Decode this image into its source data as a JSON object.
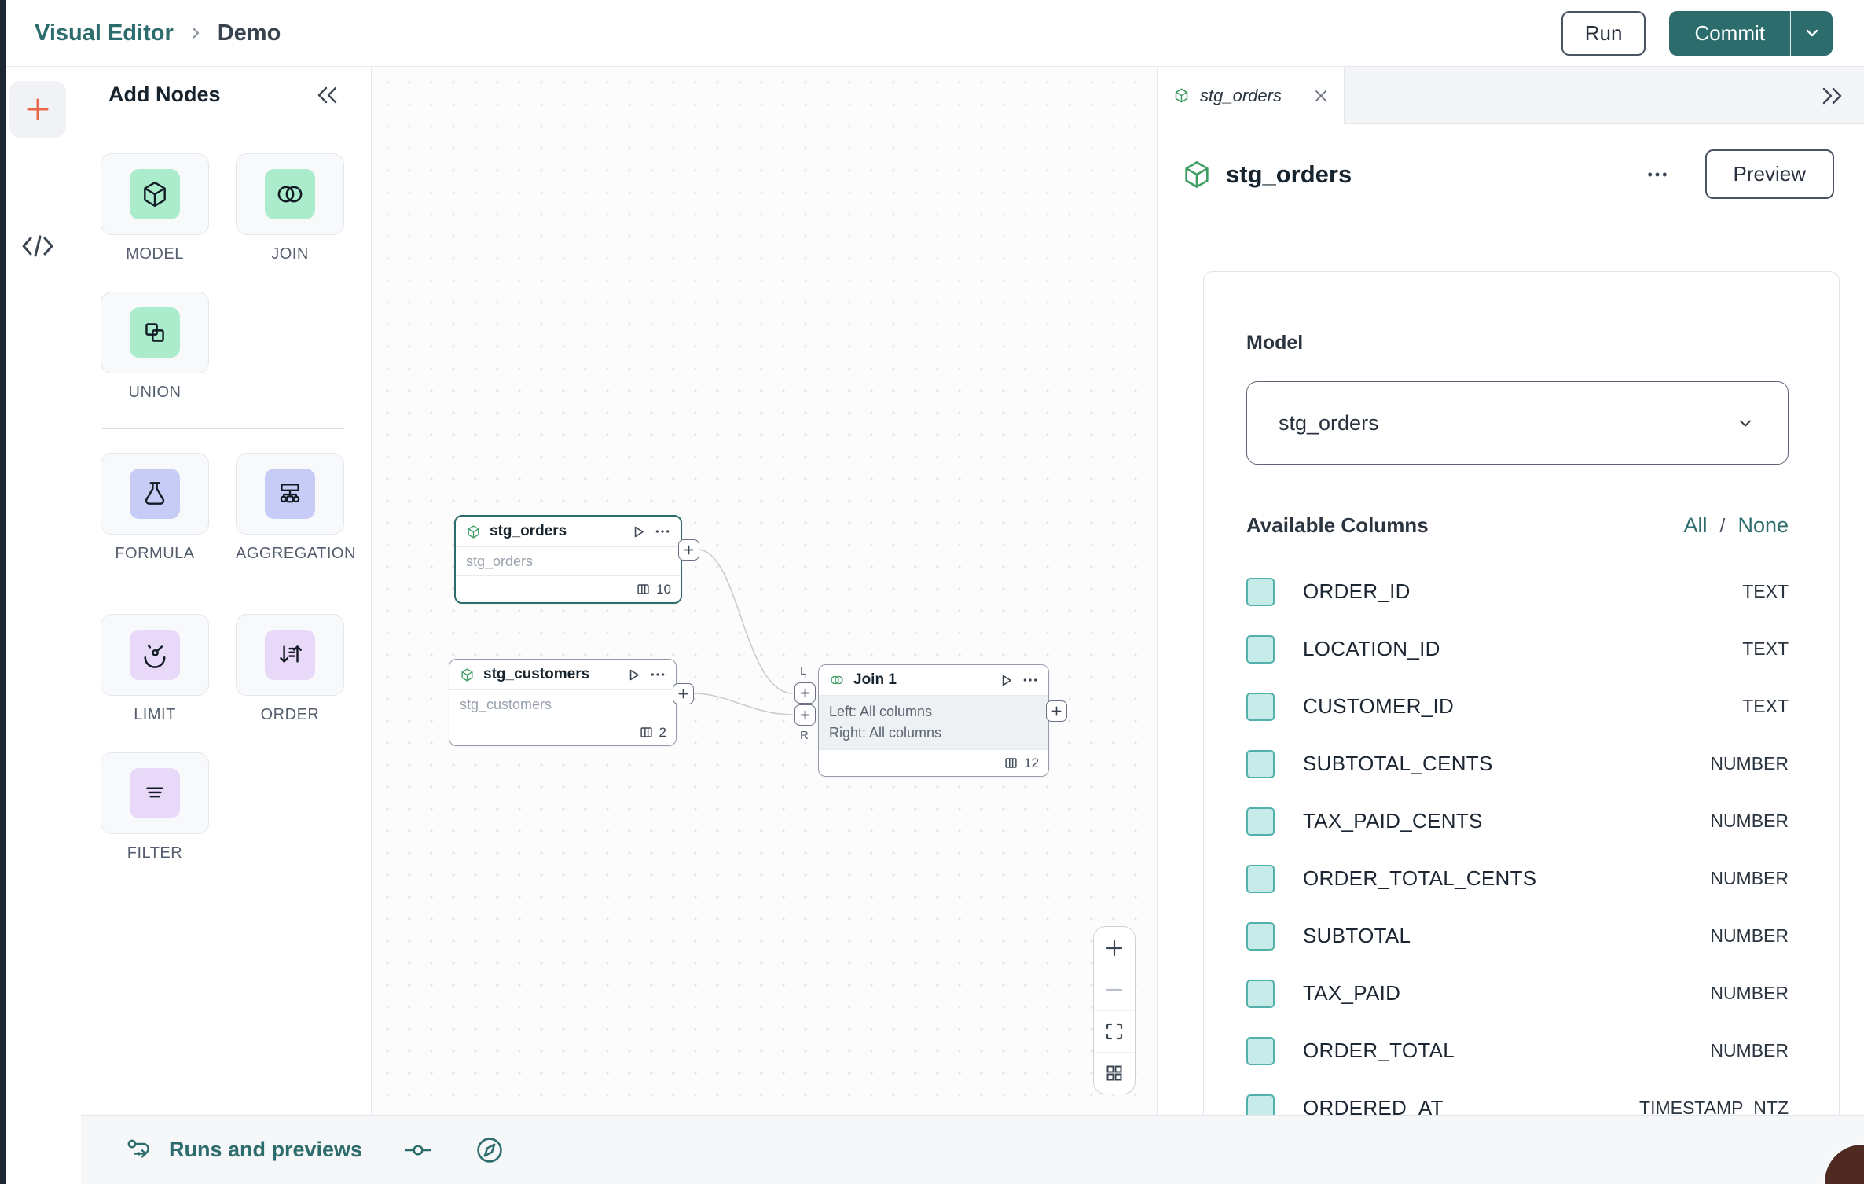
{
  "header": {
    "breadcrumb_root": "Visual Editor",
    "breadcrumb_current": "Demo",
    "run_label": "Run",
    "commit_label": "Commit"
  },
  "palette": {
    "title": "Add Nodes",
    "tiles": [
      {
        "label": "MODEL",
        "icon": "cube-icon",
        "color": "green"
      },
      {
        "label": "JOIN",
        "icon": "join-circles-icon",
        "color": "green"
      },
      {
        "label": "UNION",
        "icon": "union-squares-icon",
        "color": "green"
      },
      {
        "label": "FORMULA",
        "icon": "flask-icon",
        "color": "indigo"
      },
      {
        "label": "AGGREGATION",
        "icon": "aggregation-tree-icon",
        "color": "indigo"
      },
      {
        "label": "LIMIT",
        "icon": "gauge-icon",
        "color": "purple"
      },
      {
        "label": "ORDER",
        "icon": "sort-arrows-icon",
        "color": "purple"
      },
      {
        "label": "FILTER",
        "icon": "filter-lines-icon",
        "color": "purple"
      }
    ]
  },
  "canvas": {
    "nodes": [
      {
        "title": "stg_orders",
        "body": "stg_orders",
        "column_count": "10"
      },
      {
        "title": "stg_customers",
        "body": "stg_customers",
        "column_count": "2"
      },
      {
        "title": "Join 1",
        "body_line1": "Left: All columns",
        "body_line2": "Right: All columns",
        "column_count": "12",
        "left_handle_label": "L",
        "right_handle_label": "R"
      }
    ]
  },
  "right_panel": {
    "tab_label": "stg_orders",
    "title": "stg_orders",
    "preview_label": "Preview",
    "model_label": "Model",
    "model_value": "stg_orders",
    "available_columns_label": "Available Columns",
    "select_all_label": "All",
    "select_separator": "/",
    "select_none_label": "None",
    "columns": [
      {
        "name": "ORDER_ID",
        "type": "TEXT"
      },
      {
        "name": "LOCATION_ID",
        "type": "TEXT"
      },
      {
        "name": "CUSTOMER_ID",
        "type": "TEXT"
      },
      {
        "name": "SUBTOTAL_CENTS",
        "type": "NUMBER"
      },
      {
        "name": "TAX_PAID_CENTS",
        "type": "NUMBER"
      },
      {
        "name": "ORDER_TOTAL_CENTS",
        "type": "NUMBER"
      },
      {
        "name": "SUBTOTAL",
        "type": "NUMBER"
      },
      {
        "name": "TAX_PAID",
        "type": "NUMBER"
      },
      {
        "name": "ORDER_TOTAL",
        "type": "NUMBER"
      },
      {
        "name": "ORDERED_AT",
        "type": "TIMESTAMP_NTZ"
      }
    ]
  },
  "bottom_bar": {
    "runs_label": "Runs and previews"
  },
  "colors": {
    "accent_teal": "#2d6c6c",
    "accent_orange": "#e9684a",
    "node_green": "#3f9e63",
    "tile_green": "#aaeccb",
    "tile_indigo": "#c6ccf5",
    "tile_purple": "#e9d9f8",
    "checkbox_fill": "#c7ebe8",
    "checkbox_border": "#53b1ac"
  }
}
